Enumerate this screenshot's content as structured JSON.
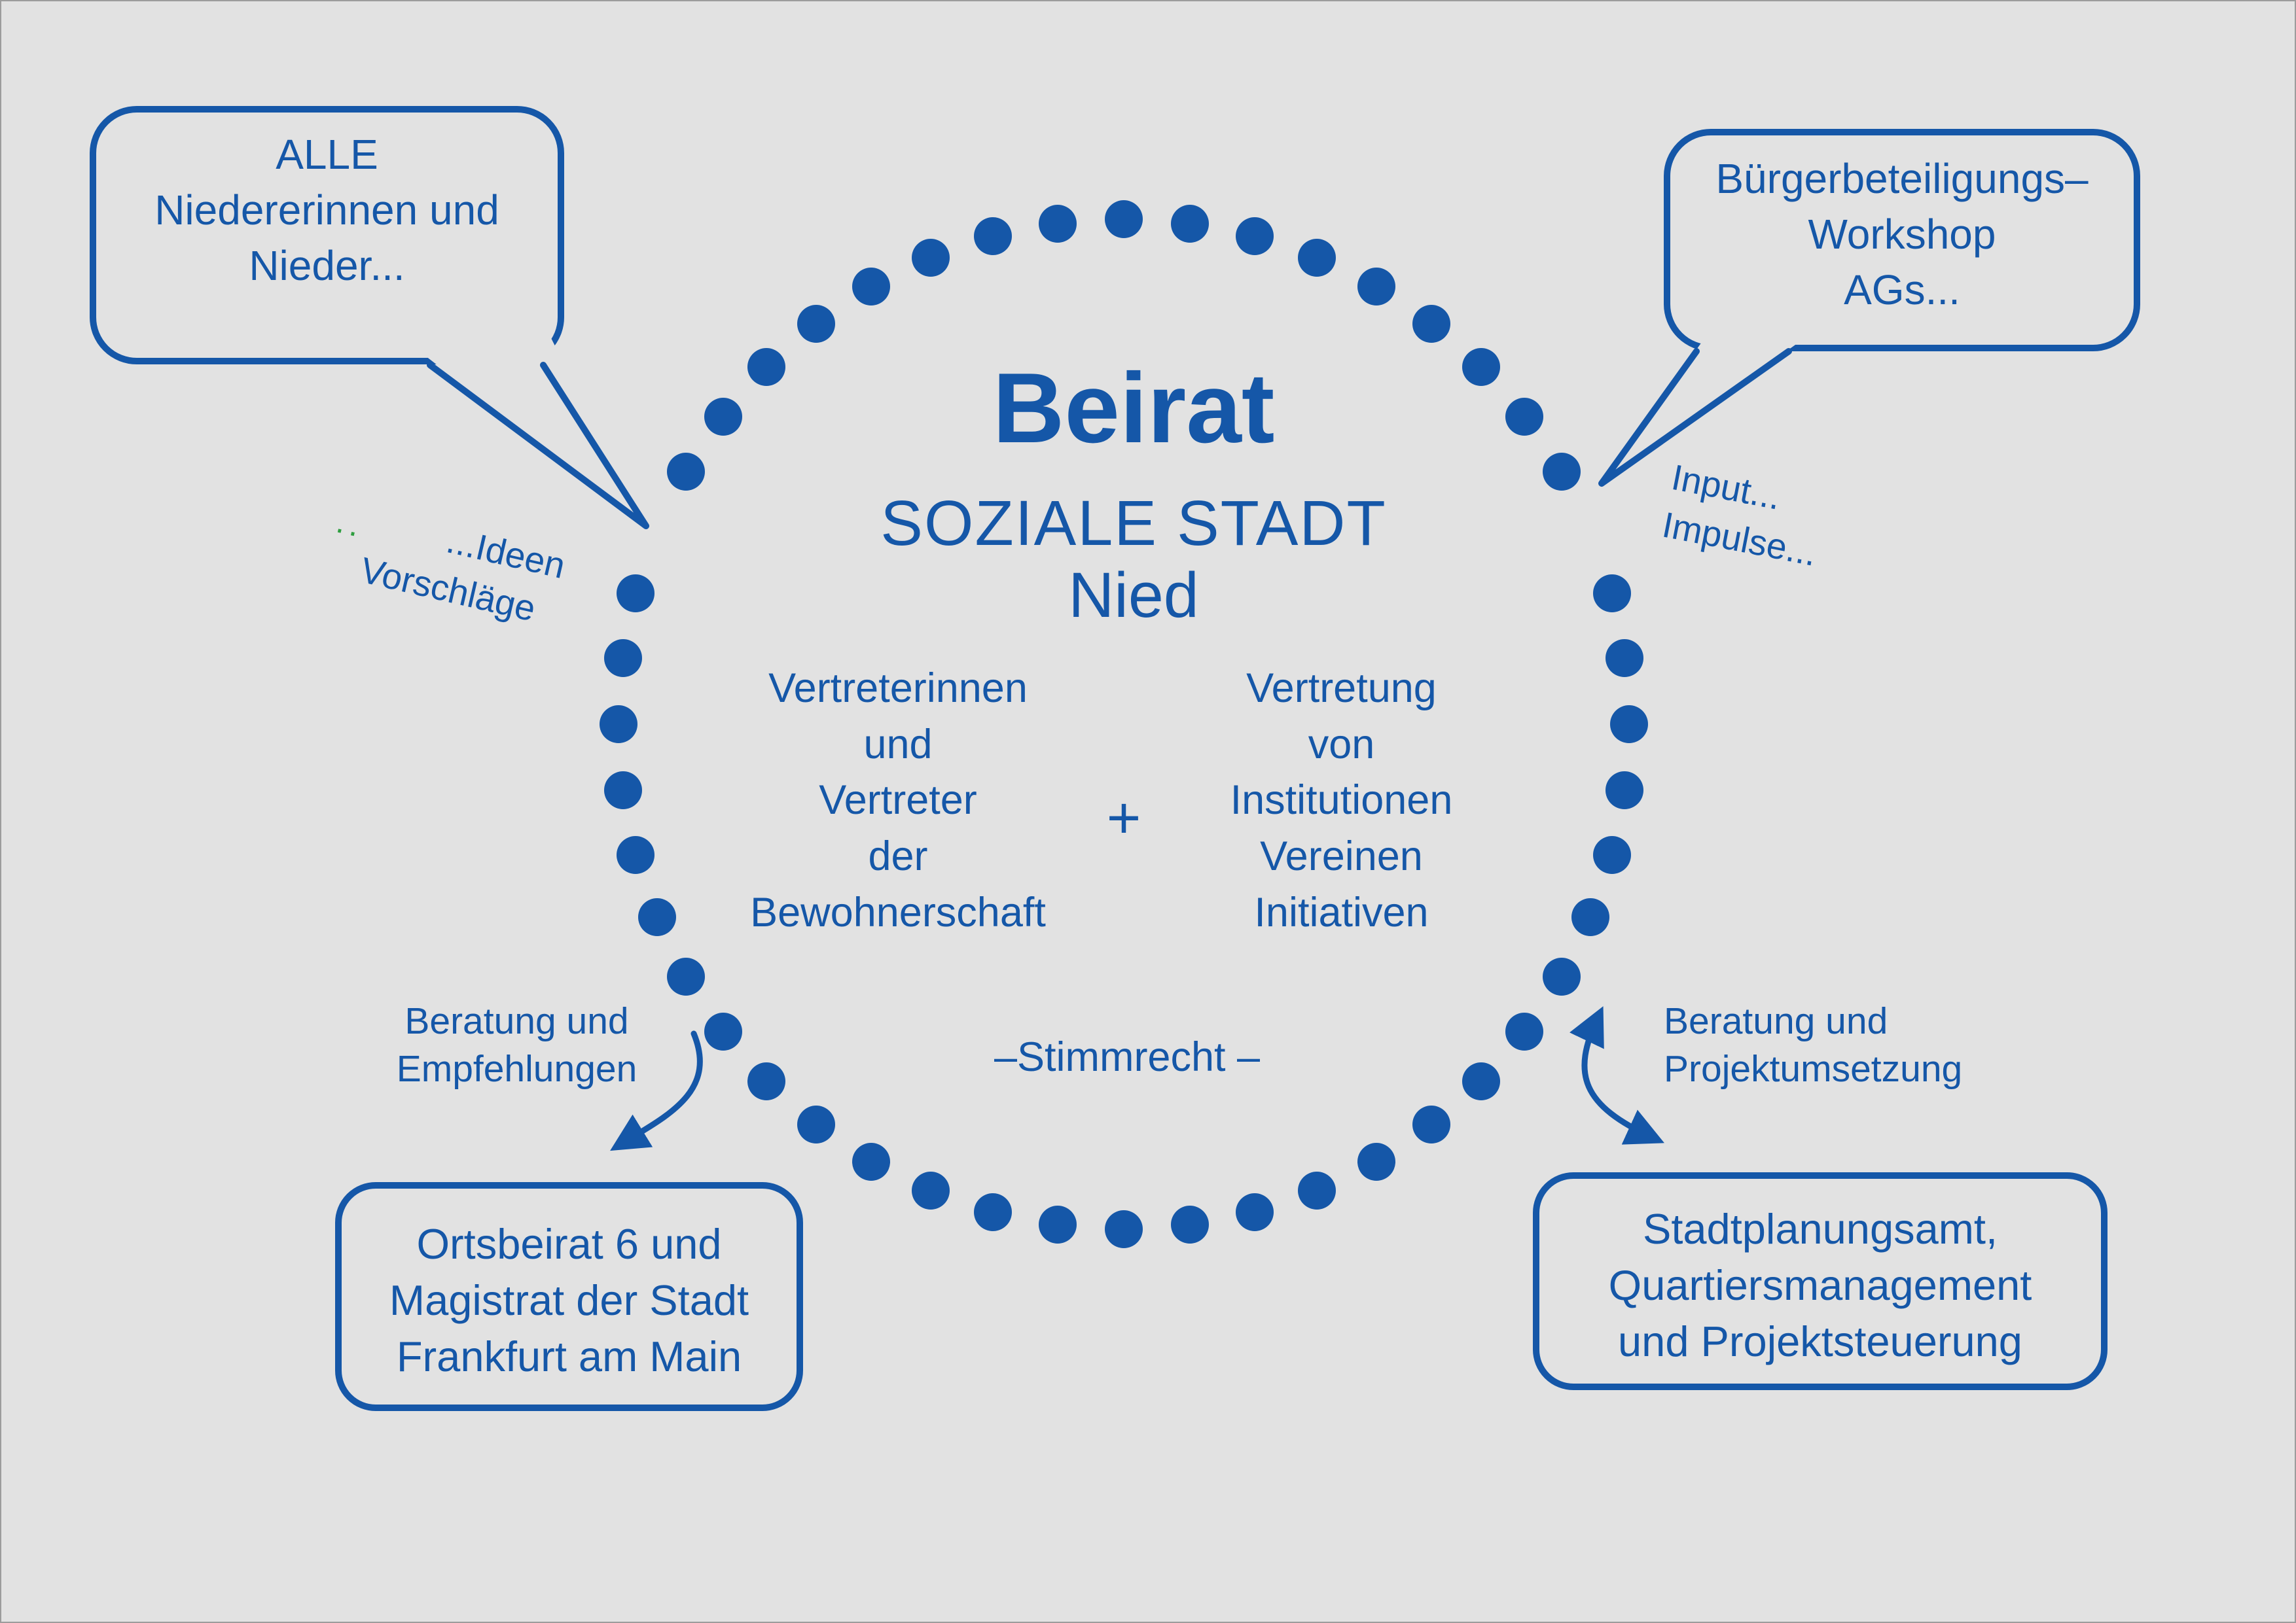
{
  "colors": {
    "accent_blue": "#1557a8",
    "background": "#e2e2e2",
    "green_mark": "#2e9e3f"
  },
  "center": {
    "title": "Beirat",
    "subtitle_line1": "SOZIALE STADT",
    "subtitle_line2": "Nied",
    "left_column": [
      "Vertreterinnen",
      "und",
      "Vertreter",
      "der",
      "Bewohnerschaft"
    ],
    "plus_sign": "+",
    "right_column": [
      "Vertretung",
      "von",
      "Institutionen",
      "Vereinen",
      "Initiativen"
    ],
    "voting_note": "–Stimmrecht –"
  },
  "speech_bubbles": {
    "top_left": {
      "lines": [
        "ALLE",
        "Niedererinnen und",
        "Nieder..."
      ]
    },
    "top_right": {
      "lines": [
        "Bürgerbeteiligungs–",
        "Workshop",
        "AGs..."
      ]
    }
  },
  "side_labels": {
    "left": {
      "line1": "...Ideen",
      "line2": "Vorschläge",
      "mark": "··"
    },
    "right": {
      "line1": "Input...",
      "line2": "Impulse..."
    }
  },
  "flow_labels": {
    "bottom_left": {
      "line1": "Beratung und",
      "line2": "Empfehlungen"
    },
    "bottom_right": {
      "line1": "Beratung und",
      "line2": "Projektumsetzung"
    }
  },
  "result_boxes": {
    "bottom_left": {
      "lines": [
        "Ortsbeirat 6 und",
        "Magistrat der Stadt",
        "Frankfurt am Main"
      ]
    },
    "bottom_right": {
      "lines": [
        "Stadtplanungsamt,",
        "Quartiersmanagement",
        "und Projektsteuerung"
      ]
    }
  }
}
